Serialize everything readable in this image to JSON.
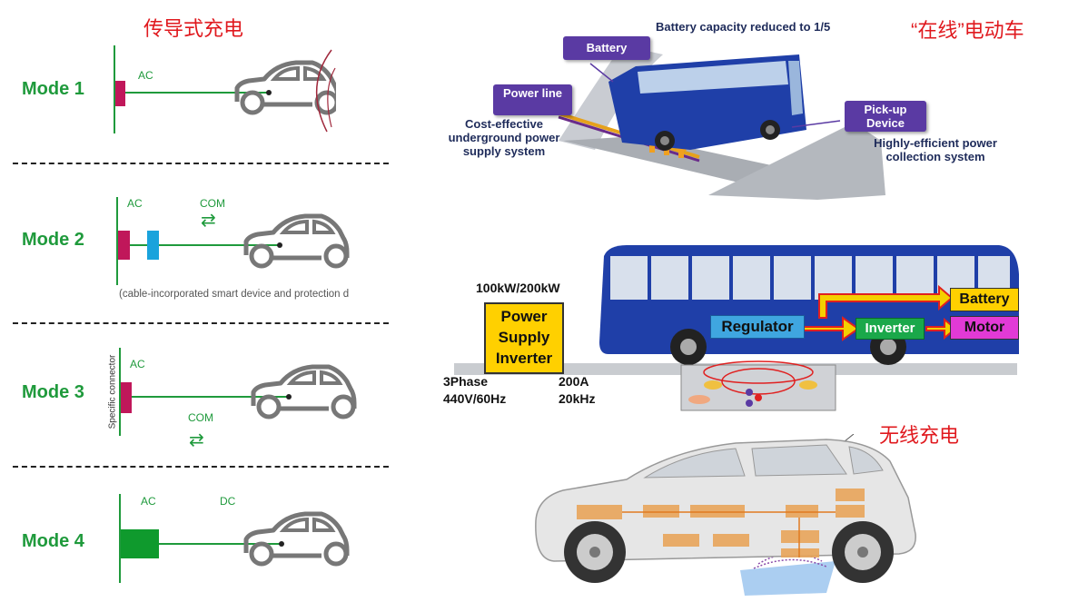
{
  "titles": {
    "conductive": "传导式充电",
    "online_ev": "“在线”电动车",
    "wireless": "无线充电"
  },
  "modes": [
    {
      "label": "Mode 1",
      "ac": "AC"
    },
    {
      "label": "Mode 2",
      "ac": "AC",
      "com": "COM",
      "note": "(cable-incorporated smart device and protection d"
    },
    {
      "label": "Mode 3",
      "ac": "AC",
      "com": "COM",
      "connector": "Specific connector"
    },
    {
      "label": "Mode 4",
      "ac": "AC",
      "dc": "DC"
    }
  ],
  "bus_top": {
    "capacity": "Battery capacity reduced to 1/5",
    "battery_tag": "Battery",
    "power_line_tag": "Power line",
    "power_line_desc": "Cost-effective underground power supply system",
    "pickup_tag": "Pick-up Device",
    "pickup_desc": "Highly-efficient power collection system"
  },
  "bus_mid": {
    "power_rating": "100kW/200kW",
    "psi": "Power Supply Inverter",
    "phase": "3Phase",
    "voltage": "440V/60Hz",
    "current": "200A",
    "freq": "20kHz",
    "regulator": "Regulator",
    "inverter": "Inverter",
    "battery": "Battery",
    "motor": "Motor"
  },
  "colors": {
    "red_title": "#e0191e",
    "mode_green": "#1f9a3c",
    "purple_tag": "#5a3aa3",
    "psi_fill": "#ffd000",
    "bus_blue": "#1f3fa8",
    "motor_magenta": "#e23ad6",
    "inverter_green": "#1aa84a",
    "charger_red": "#c0175a",
    "com_blue": "#1aa3dc"
  }
}
